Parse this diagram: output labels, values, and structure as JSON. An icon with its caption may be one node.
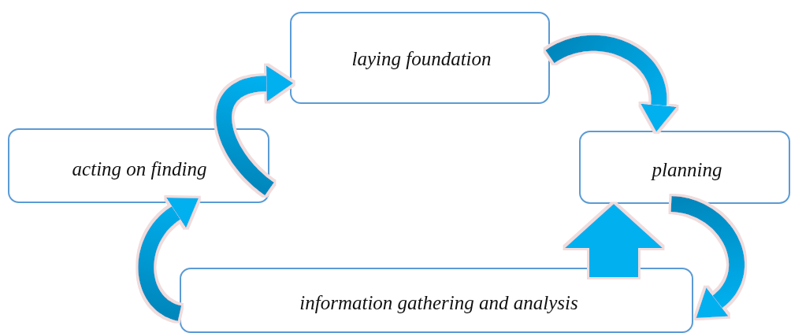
{
  "diagram": {
    "nodes": [
      {
        "text": [
          "laying foundation"
        ]
      },
      {
        "text": [
          "acting on finding"
        ]
      },
      {
        "text": [
          "planning"
        ]
      },
      {
        "text": [
          "information gathering and analysis"
        ]
      }
    ],
    "edges": [
      {
        "from": 1,
        "to": 0,
        "arrow": "to"
      },
      {
        "from": 0,
        "to": 2,
        "arrow": "to"
      },
      {
        "from": 2,
        "to": 3,
        "arrow": "to"
      },
      {
        "from": 3,
        "to": 1,
        "arrow": "to"
      },
      {
        "from": 3,
        "to": 2,
        "arrow": "to",
        "style": "thick"
      }
    ]
  }
}
